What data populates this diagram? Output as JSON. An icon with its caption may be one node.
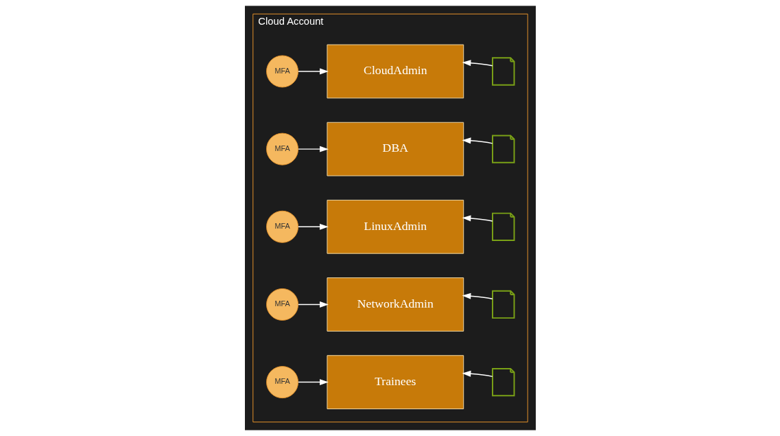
{
  "diagram": {
    "nodes": [
      {
        "text": [
          "Cloud Account"
        ]
      },
      {
        "text": [
          "MFA"
        ],
        "in": 0
      },
      {
        "text": [
          "CloudAdmin"
        ],
        "in": 0
      },
      {
        "text": [],
        "shape": "document",
        "in": 0
      },
      {
        "text": [
          "MFA"
        ],
        "in": 0
      },
      {
        "text": [
          "DBA"
        ],
        "in": 0
      },
      {
        "text": [],
        "shape": "document",
        "in": 0
      },
      {
        "text": [
          "MFA"
        ],
        "in": 0
      },
      {
        "text": [
          "LinuxAdmin"
        ],
        "in": 0
      },
      {
        "text": [],
        "shape": "document",
        "in": 0
      },
      {
        "text": [
          "MFA"
        ],
        "in": 0
      },
      {
        "text": [
          "NetworkAdmin"
        ],
        "in": 0
      },
      {
        "text": [],
        "shape": "document",
        "in": 0
      },
      {
        "text": [
          "MFA"
        ],
        "in": 0
      },
      {
        "text": [
          "Trainees"
        ],
        "in": 0
      },
      {
        "text": [],
        "shape": "document",
        "in": 0
      }
    ],
    "edges": [
      {
        "from": 1,
        "to": 2,
        "arrow": "to"
      },
      {
        "from": 3,
        "to": 2,
        "arrow": "to"
      },
      {
        "from": 4,
        "to": 5,
        "arrow": "to"
      },
      {
        "from": 6,
        "to": 5,
        "arrow": "to"
      },
      {
        "from": 7,
        "to": 8,
        "arrow": "to"
      },
      {
        "from": 9,
        "to": 8,
        "arrow": "to"
      },
      {
        "from": 10,
        "to": 11,
        "arrow": "to"
      },
      {
        "from": 12,
        "to": 11,
        "arrow": "to"
      },
      {
        "from": 13,
        "to": 14,
        "arrow": "to"
      },
      {
        "from": 15,
        "to": 14,
        "arrow": "to"
      }
    ]
  }
}
